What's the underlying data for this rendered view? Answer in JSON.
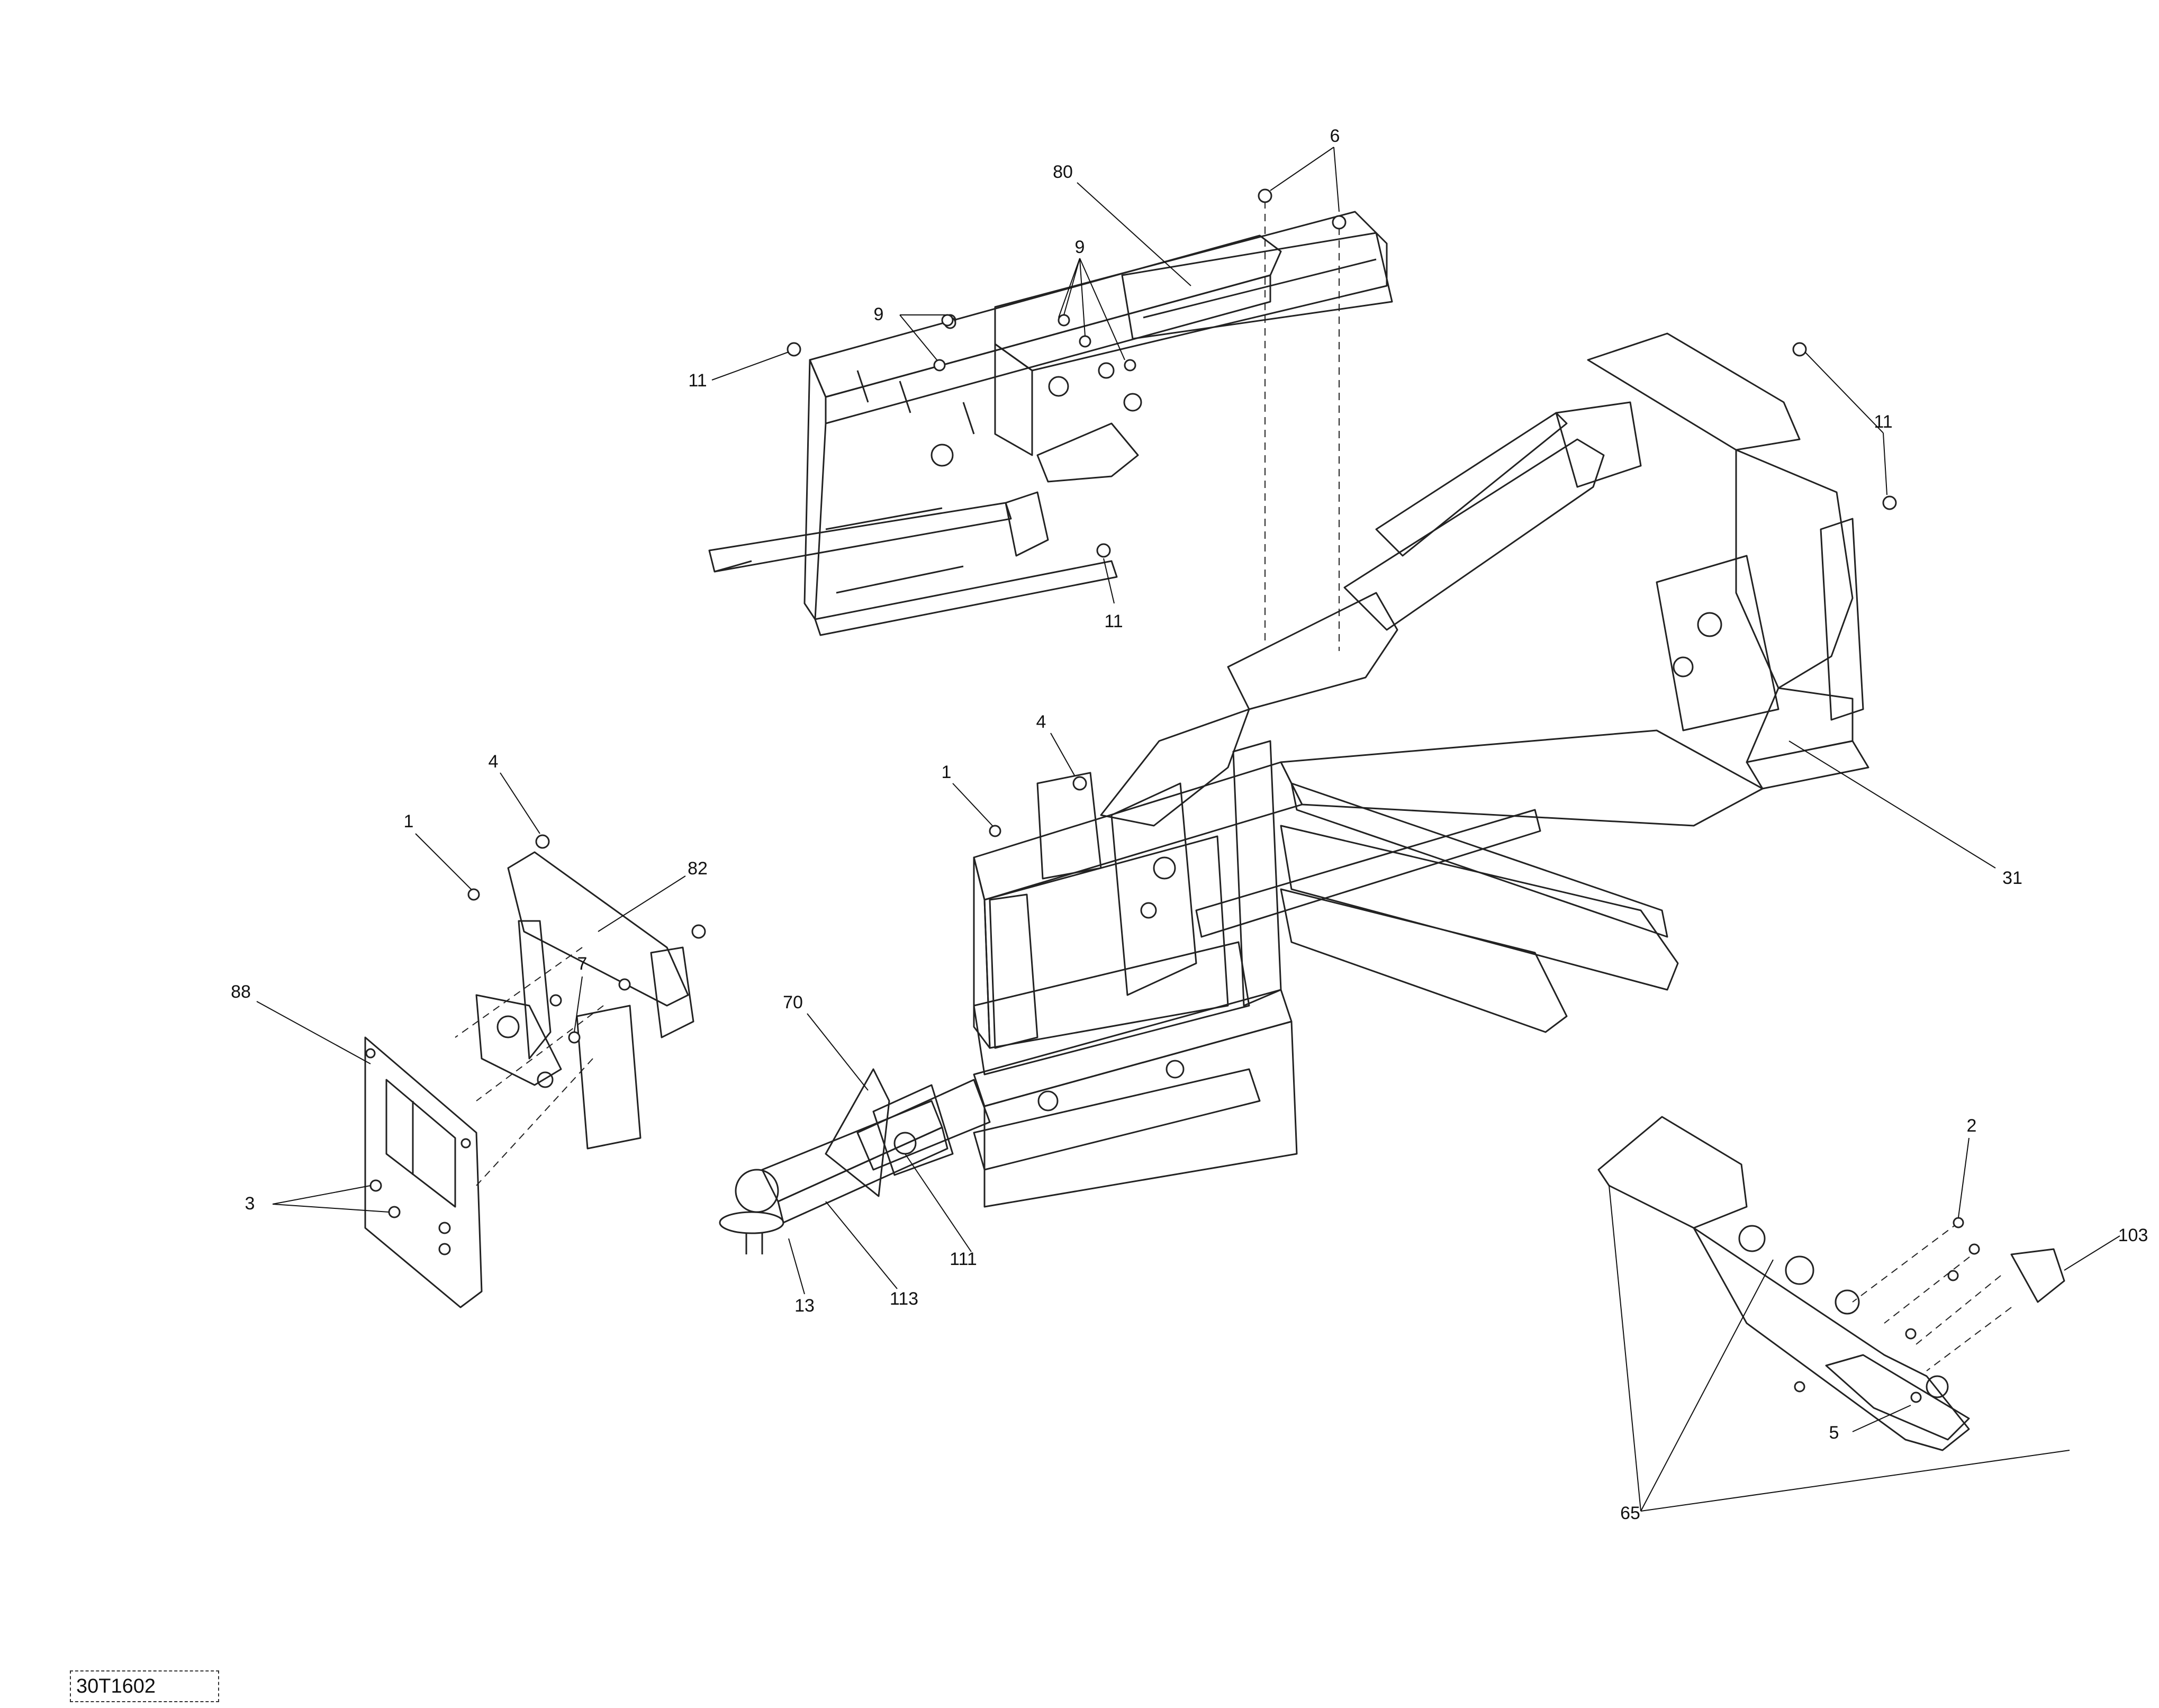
{
  "callouts": {
    "c6": "6",
    "c80": "80",
    "c9a": "9",
    "c9b": "9",
    "c11a": "11",
    "c11b": "11",
    "c11c": "11",
    "c4a": "4",
    "c1a": "1",
    "c82": "82",
    "c7": "7",
    "c88": "88",
    "c3": "3",
    "c70": "70",
    "c4b": "4",
    "c1b": "1",
    "c31": "31",
    "c111": "111",
    "c113": "113",
    "c13": "13",
    "c2": "2",
    "c103": "103",
    "c5": "5",
    "c65": "65"
  },
  "reference": "30T1602"
}
